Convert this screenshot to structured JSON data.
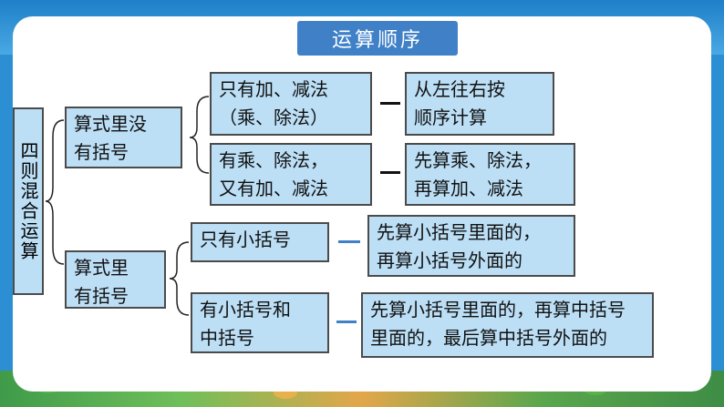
{
  "title": "运算顺序",
  "root": "四则混合运算",
  "branches": [
    {
      "label": "算式里没\n有括号",
      "cases": [
        {
          "condition": "只有加、减法\n（乘、除法）",
          "rule": "从左往右按\n顺序计算"
        },
        {
          "condition": "有乘、除法，\n又有加、减法",
          "rule": "先算乘、除法，\n再算加、减法"
        }
      ]
    },
    {
      "label": "算式里\n有括号",
      "cases": [
        {
          "condition": "只有小括号",
          "rule": "先算小括号里面的，\n再算小括号外面的"
        },
        {
          "condition": "有小括号和\n中括号",
          "rule": "先算小括号里面的，再算中括号\n里面的，最后算中括号外面的"
        }
      ]
    }
  ],
  "colors": {
    "box_fill": "#bcdff6",
    "title_fill": "#3f80c7",
    "border": "#4b4b4b"
  }
}
